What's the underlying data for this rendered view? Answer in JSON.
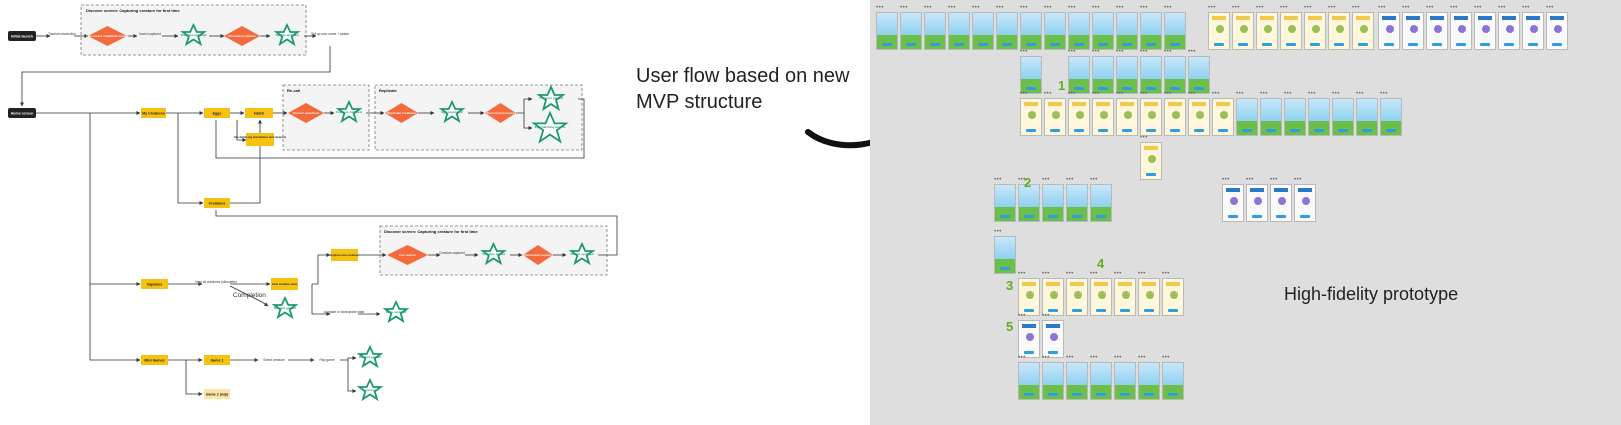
{
  "flowchart": {
    "nodes": {
      "initial_launch": "Initial launch",
      "tutorial_intro": "Tutorial introduction",
      "use_sound": "Use sound amplitude sensor",
      "insect_captured": "Insect captured",
      "pokedex_updated": "Pokedex updated",
      "document_capture": "Document capture",
      "details_updated": "Details updated",
      "set_up_user": "Set up user name + avatar",
      "home_screen": "Home screen",
      "my_creatures": "My Creatures",
      "eggs": "Eggs",
      "hatch": "Hatch",
      "answer_questions": "Answer questions",
      "creature_hatched": "Creature hatched",
      "duplicate_creatures": "Duplicate creatures",
      "egg_replicated": "Egg replicated",
      "document_process": "Document process",
      "creature_gained": "Creature gained",
      "egg_hatching": "Egg hatching begins",
      "see_details": "See details (eg descriptions and captures)",
      "creatures": "Creatures",
      "explore_new": "Explore new creature",
      "use_sensor": "Use sensor",
      "creature_captured": "Creature captured",
      "creature_added": "Creature added",
      "captures": "Captures",
      "view_all": "View all creatures (silhouette)",
      "view_creature": "View creature stats",
      "upgrade": "Upgrade or downgrade stats",
      "stats_updated": "Stats updated",
      "completion": "Completion",
      "reward_gained": "Reward gained",
      "mini_games": "Mini Games",
      "game_1": "Game 1",
      "game_2": "Game 2 (wip)",
      "select_creature": "Select creature",
      "play_game": "Play game",
      "reward_earned": "Reward gained",
      "level_up": "Level up"
    },
    "groups": {
      "discover_top": "Discover screen: Capturing creature for first time",
      "recall": "Re-call",
      "replicate": "Replicate",
      "discover_mid": "Discover screen: Capturing creature for first time"
    }
  },
  "captions": {
    "left": "User flow based on new MVP structure",
    "right": "High-fidelity prototype"
  },
  "prototype": {
    "section_numbers": [
      "1",
      "2",
      "3",
      "4",
      "5"
    ],
    "frame_dots": "•••"
  },
  "colors": {
    "start_node": "#222222",
    "process_node": "#f6c211",
    "decision_node": "#f56a3c",
    "outcome_node": "#1d9a6c",
    "prototype_background": "#dedede",
    "section_number": "#5fae1f"
  }
}
